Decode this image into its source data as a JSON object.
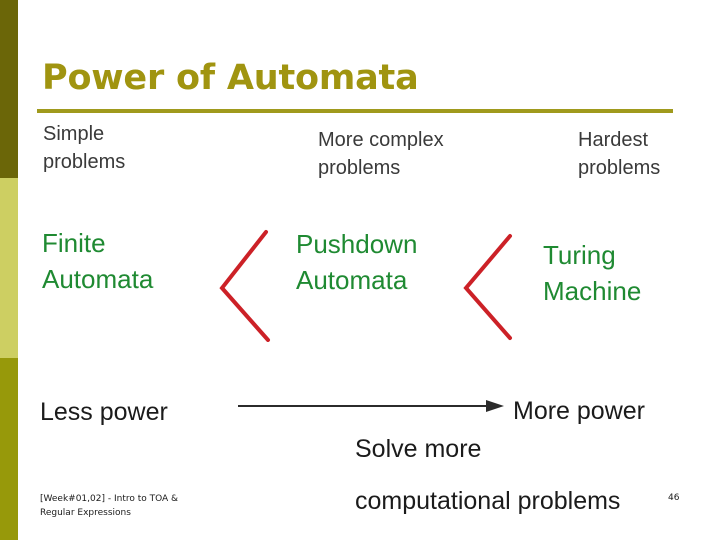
{
  "slide": {
    "title": "Power of Automata",
    "accent_color": "#a09410",
    "rule_color": "#a09a1d",
    "band_colors": [
      "#6b6608",
      "#cdcf62",
      "#97990a"
    ],
    "background": "#ffffff"
  },
  "problem_row": [
    {
      "label": "Simple\nproblems"
    },
    {
      "label": "More complex\nproblems"
    },
    {
      "label": "Hardest\nproblems"
    }
  ],
  "machine_row": {
    "color": "#1f8a32",
    "items": [
      {
        "label": "Finite\nAutomata"
      },
      {
        "label": "Pushdown\nAutomata"
      },
      {
        "label": "Turing\nMachine"
      }
    ],
    "separators": [
      {
        "icon": "chevron-left-icon",
        "color": "#cc2127"
      },
      {
        "icon": "chevron-left-icon",
        "color": "#cc2127"
      }
    ]
  },
  "power_row": {
    "left_label": "Less power",
    "right_label": "More power",
    "arrow_icon": "arrow-right-icon",
    "arrow_color": "#2b2b2b"
  },
  "conclusion": {
    "line1": "Solve more",
    "line2": "computational problems"
  },
  "footer": {
    "text": "[Week#01,02] - Intro to TOA &\nRegular Expressions",
    "page_number": "46"
  }
}
